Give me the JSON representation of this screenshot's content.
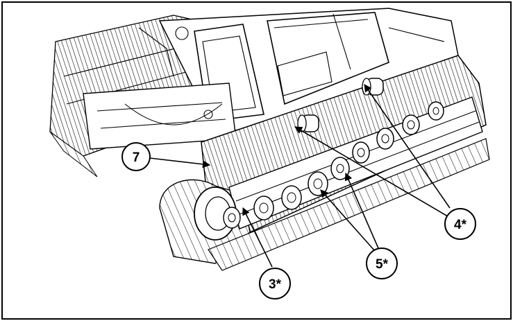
{
  "callouts": {
    "c7": "7",
    "c4": "4*",
    "c5": "5*",
    "c3": "3*"
  }
}
